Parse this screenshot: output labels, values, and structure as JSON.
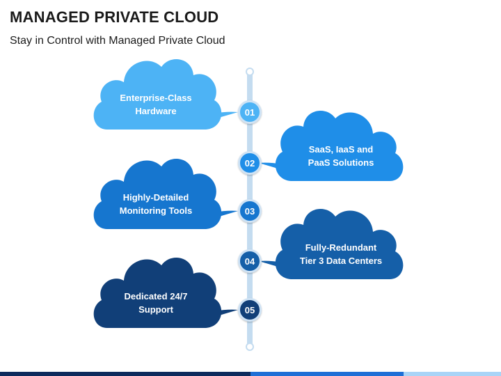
{
  "title": "MANAGED PRIVATE CLOUD",
  "subtitle": "Stay in Control with Managed Private Cloud",
  "steps": [
    {
      "number": "01",
      "line1": "Enterprise-Class",
      "line2": "Hardware",
      "color": "#4db3f5",
      "side": "left"
    },
    {
      "number": "02",
      "line1": "SaaS, IaaS and",
      "line2": "PaaS Solutions",
      "color": "#1f8ee8",
      "side": "right"
    },
    {
      "number": "03",
      "line1": "Highly-Detailed",
      "line2": "Monitoring Tools",
      "color": "#1676cf",
      "side": "left"
    },
    {
      "number": "04",
      "line1": "Fully-Redundant",
      "line2": "Tier 3 Data Centers",
      "color": "#155fa8",
      "side": "right"
    },
    {
      "number": "05",
      "line1": "Dedicated 24/7",
      "line2": "Support",
      "color": "#113f78",
      "side": "left"
    }
  ],
  "colors": {
    "timeline_line": "#c4dcf0",
    "ring": "#cfe3f5",
    "footer": [
      "#0d2a5c",
      "#1f6fd6",
      "#a9d4f7"
    ]
  }
}
